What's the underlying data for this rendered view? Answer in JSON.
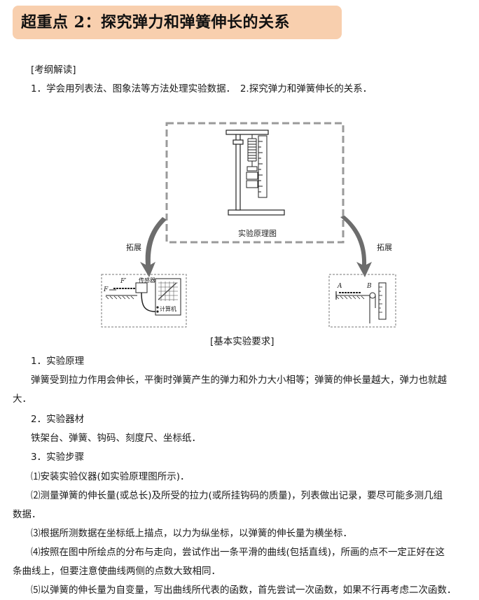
{
  "header": {
    "title": "超重点 2：探究弹力和弹簧伸长的关系"
  },
  "syllabus": {
    "heading": "[考纲解读]",
    "item": "1．学会用列表法、图象法等方法处理实验数据．　2.探究弹力和弹簧伸长的关系．"
  },
  "figure": {
    "main_caption": "实验原理图",
    "left_arrow_label": "拓展",
    "right_arrow_label": "拓展",
    "left_inset": {
      "sensor": "传感器",
      "computer": "计算机",
      "F_prime": "F′",
      "F": "F"
    },
    "right_inset": {
      "A": "A",
      "B": "B"
    }
  },
  "section": {
    "heading": "[基本实验要求]"
  },
  "content": {
    "h1": "1．实验原理",
    "p1_line1": "弹簧受到拉力作用会伸长，平衡时弹簧产生的弹力和外力大小相等；弹簧的伸长量越大，弹力也就越",
    "p1_line2": "大．",
    "h2": "2．实验器材",
    "p2": "铁架台、弹簧、钩码、刻度尺、坐标纸．",
    "h3": "3．实验步骤",
    "s1": "⑴安装实验仪器(如实验原理图所示)．",
    "s2_line1": "⑵测量弹簧的伸长量(或总长)及所受的拉力(或所挂钩码的质量)，列表做出记录，要尽可能多测几组",
    "s2_line2": "数据．",
    "s3": "⑶根据所测数据在坐标纸上描点，以力为纵坐标，以弹簧的伸长量为横坐标．",
    "s4_line1": "⑷按照在图中所绘点的分布与走向，尝试作出一条平滑的曲线(包括直线)，所画的点不一定正好在这",
    "s4_line2": "条曲线上，但要注意使曲线两侧的点数大致相同．",
    "s5": "⑸以弹簧的伸长量为自变量，写出曲线所代表的函数，首先尝试一次函数，如果不行再考虑二次函数．"
  }
}
